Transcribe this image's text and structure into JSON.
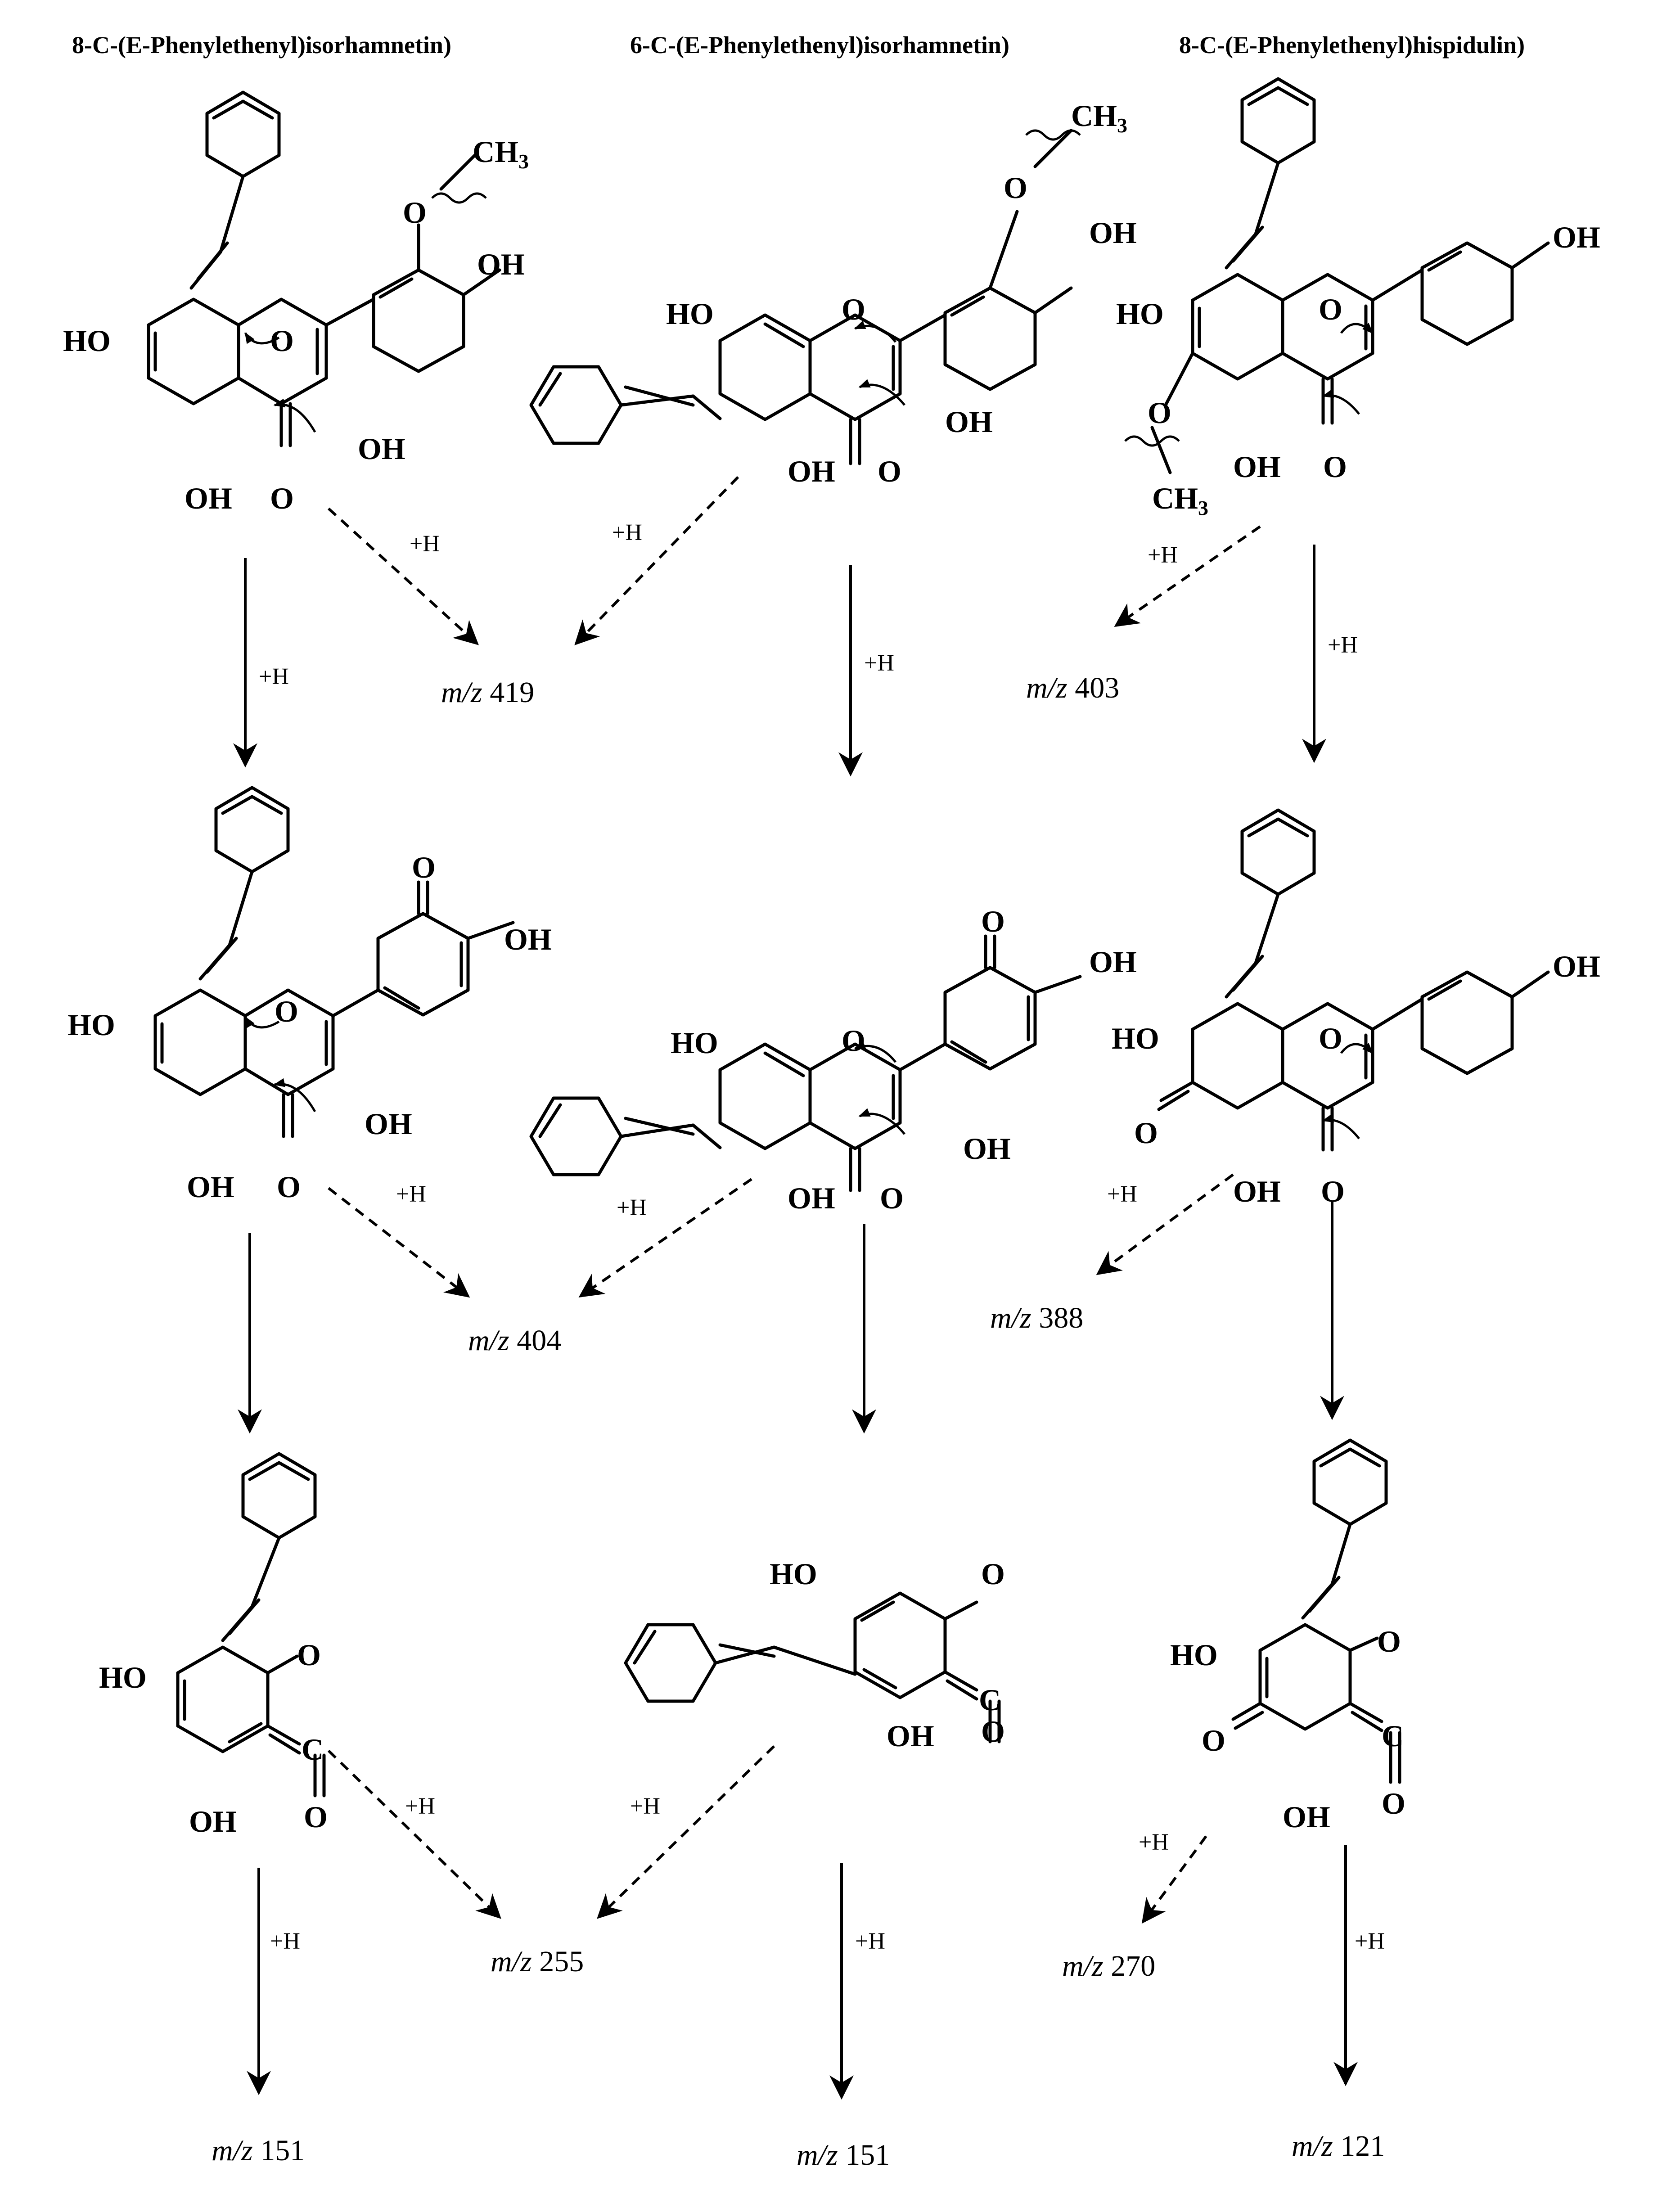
{
  "titles": [
    "8-C-(E-Phenylethenyl)isorhamnetin)",
    "6-C-(E-Phenylethenyl)isorhamnetin)",
    "8-C-(E-Phenylethenyl)hispidulin)"
  ],
  "atoms": {
    "HO": "HO",
    "OH": "OH",
    "O": "O",
    "CH3": "CH",
    "sub3": "3",
    "C": "C"
  },
  "plus_h": "+H",
  "mz_prefix": "m/z",
  "fragments": {
    "col1_row1": "419",
    "col3_row1": "403",
    "col1_row2": "404",
    "col3_row2": "388",
    "col1_row3": "255",
    "col3_row3": "270",
    "col1_final": "151",
    "col2_final": "151",
    "col3_final": "121"
  }
}
